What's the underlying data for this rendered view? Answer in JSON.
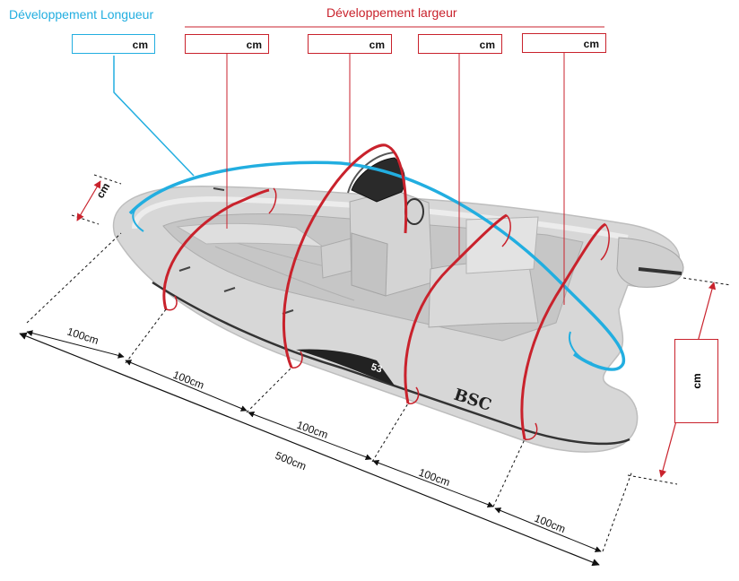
{
  "headings": {
    "length": "Développement Longueur",
    "width": "Développement largeur"
  },
  "fields": {
    "length_unit": "cm",
    "width_units": [
      "cm",
      "cm",
      "cm",
      "cm"
    ],
    "bow_height_unit": "cm",
    "stern_height_unit": "cm"
  },
  "dimensions": {
    "segments": [
      "100cm",
      "100cm",
      "100cm",
      "100cm",
      "100cm"
    ],
    "total": "500cm"
  },
  "branding": {
    "hull_logo": "BSC",
    "model_badge": "53"
  },
  "colors": {
    "length_accent": "#22aee0",
    "width_accent": "#c9222c",
    "dimension_lines": "#111111"
  }
}
